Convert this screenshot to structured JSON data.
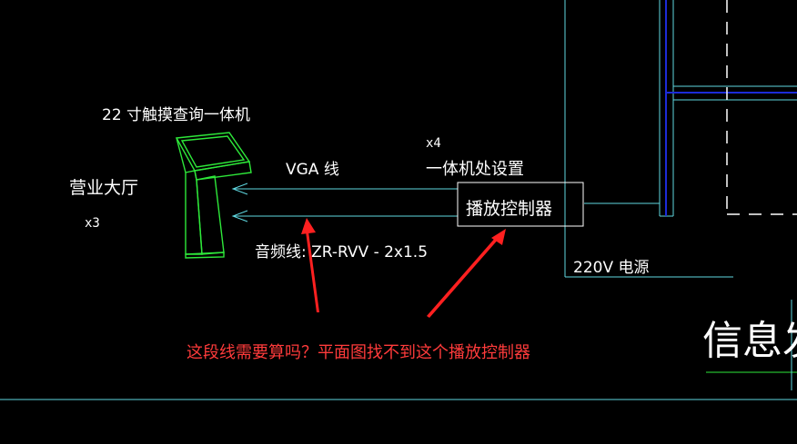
{
  "drawing": {
    "kiosk_label": "22 寸触摸查询一体机",
    "area_label": "营业大厅",
    "kiosk_count": "x3",
    "vga_label": "VGA 线",
    "audio_label": "音频线: ZR-RVV  - 2x1.5",
    "controller_count": "x4",
    "controller_location": "一体机处设置",
    "controller_label": "播放控制器",
    "power_label": "220V  电源",
    "partial_title": "信息发"
  },
  "annotation": {
    "question": "这段线需要算吗？平面图找不到这个播放控制器"
  },
  "colors": {
    "background": "#000000",
    "wire": "#5fd7e0",
    "kiosk": "#2ee83a",
    "text": "#ffffff",
    "note": "#ff3b3b",
    "dashed": "#ffffff",
    "blue": "#1c2bd8"
  }
}
